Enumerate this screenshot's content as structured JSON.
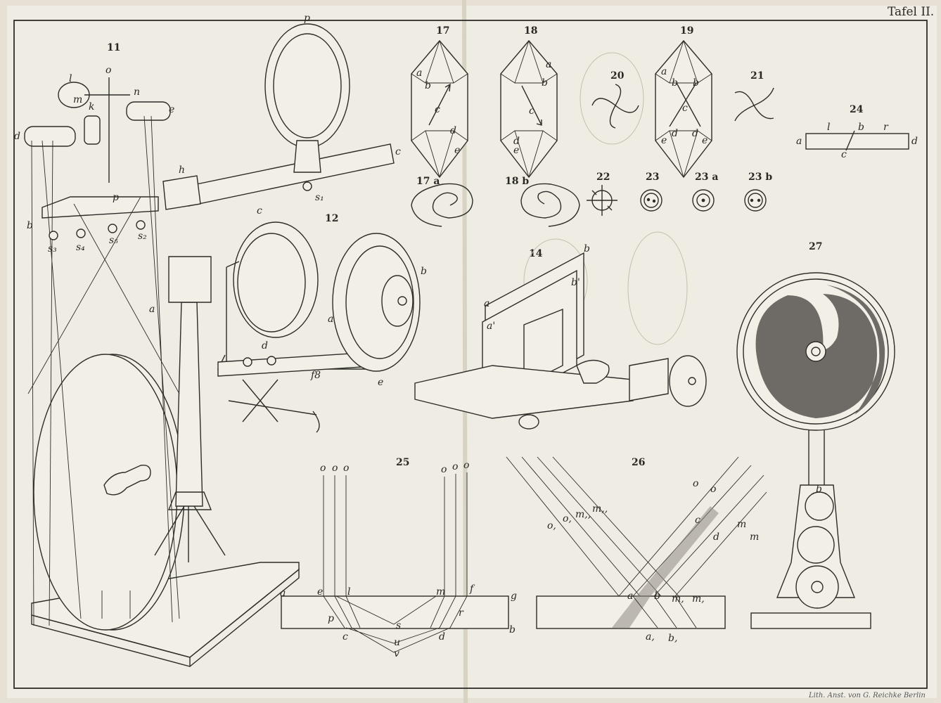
{
  "plate": {
    "title": "Tafel II.",
    "credit": "Lith. Anst. von G. Reichke Berlin"
  },
  "colors": {
    "paper": "#efece3",
    "ink": "#2e2c28",
    "spiral": "#6e6b66"
  },
  "figures": {
    "f11": {
      "number": "11",
      "labels": [
        "o",
        "l",
        "m",
        "n",
        "k",
        "d",
        "e",
        "h",
        "c",
        "p",
        "b",
        "s₃",
        "s₄",
        "s₅",
        "s₂",
        "a"
      ]
    },
    "f12": {
      "number": "12",
      "labels": [
        "p",
        "s₁",
        "c",
        "b",
        "a",
        "d",
        "f8",
        "e"
      ]
    },
    "f14": {
      "number": "14",
      "labels": [
        "b",
        "b'",
        "a",
        "a'"
      ]
    },
    "f17": {
      "number": "17",
      "labels": [
        "a",
        "b",
        "c",
        "d",
        "e"
      ]
    },
    "f17a": {
      "number": "17 a"
    },
    "f18": {
      "number": "18",
      "labels": [
        "a",
        "b",
        "c",
        "d",
        "e"
      ]
    },
    "f18b": {
      "number": "18 b"
    },
    "f19": {
      "number": "19",
      "labels": [
        "a",
        "b",
        "b",
        "c",
        "d",
        "d",
        "e",
        "e"
      ]
    },
    "f20": {
      "number": "20"
    },
    "f21": {
      "number": "21"
    },
    "f22": {
      "number": "22"
    },
    "f23": {
      "number": "23"
    },
    "f23a": {
      "number": "23 a"
    },
    "f23b": {
      "number": "23 b"
    },
    "f24": {
      "number": "24",
      "labels": [
        "l",
        "b",
        "r",
        "a",
        "d",
        "c"
      ]
    },
    "f25": {
      "number": "25",
      "labels": [
        "o",
        "o",
        "o",
        "o",
        "o",
        "o",
        "a",
        "e",
        "l",
        "m",
        "f",
        "g",
        "p",
        "r",
        "s",
        "c",
        "d",
        "u",
        "v",
        "b"
      ]
    },
    "f26": {
      "number": "26",
      "labels": [
        "o",
        "o",
        "m",
        "m",
        "c",
        "d",
        "o,",
        "o,",
        "m,,",
        "m,,",
        "a",
        "b",
        "m,",
        "m,",
        "a,",
        "b,"
      ]
    },
    "f27": {
      "number": "27",
      "labels": [
        "b"
      ]
    }
  }
}
